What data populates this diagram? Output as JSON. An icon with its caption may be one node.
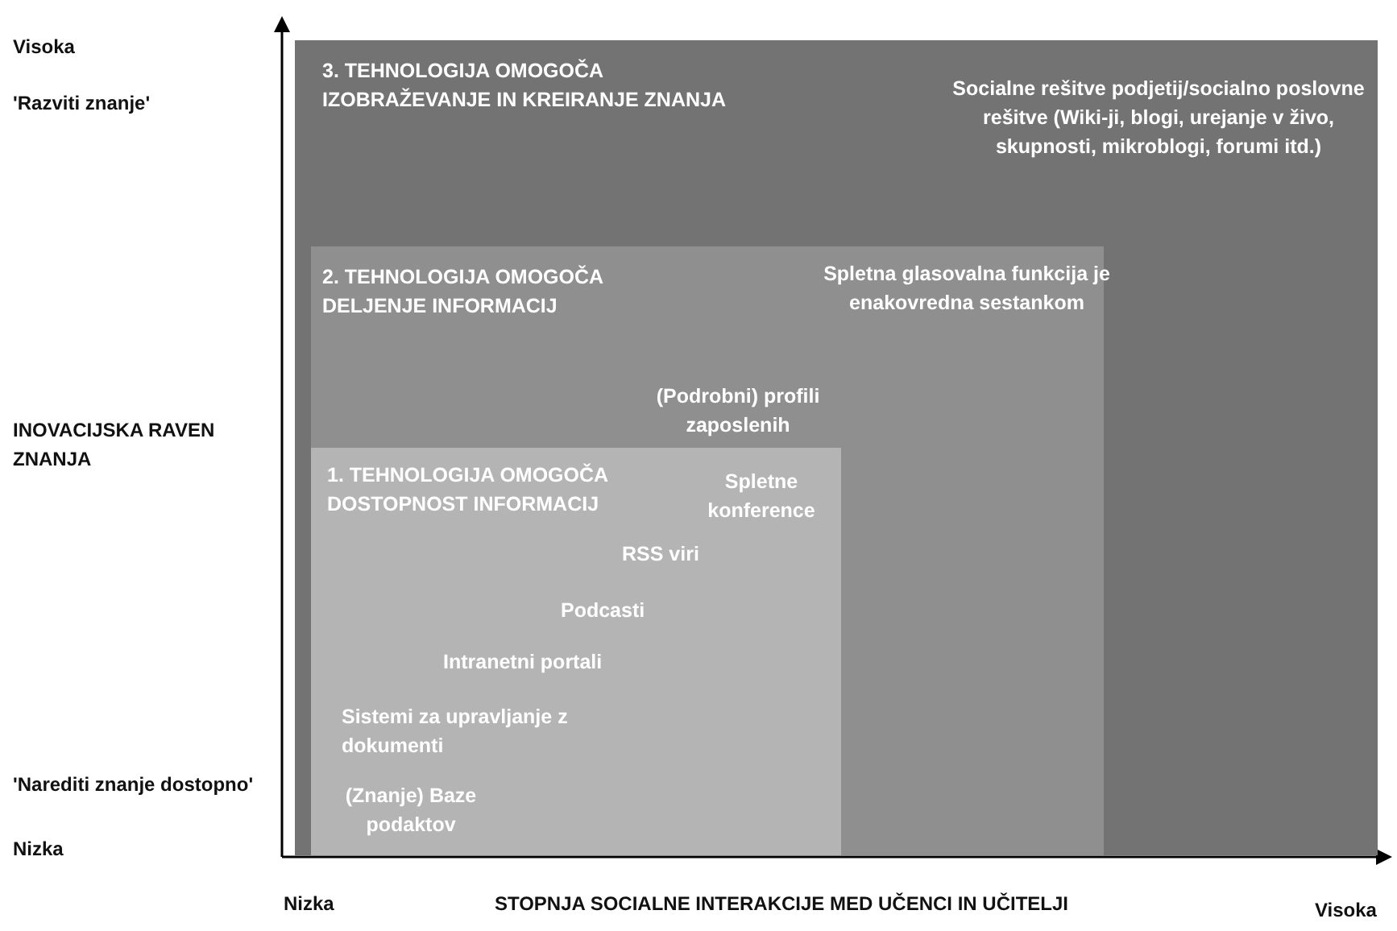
{
  "diagram": {
    "nodes": [
      {
        "text": [
          "3. TEHNOLOGIJA OMOGOČA IZOBRAŽEVANJE IN KREIRANJE ZNANJA",
          "Socialne rešitve podjetij/socialno poslovne rešitve (Wiki-ji, blogi, urejanje v živo, skupnosti, mikroblogi, forumi itd.)"
        ]
      },
      {
        "text": [
          "2. TEHNOLOGIJA OMOGOČA DELJENJE INFORMACIJ",
          "Spletna glasovalna funkcija je enakovredna sestankom",
          "(Podrobni) profili zaposlenih"
        ],
        "in": 0
      },
      {
        "text": [
          "1. TEHNOLOGIJA OMOGOČA DOSTOPNOST INFORMACIJ",
          "Spletne konference",
          "RSS viri",
          "Podcasti",
          "Intranetni portali",
          "Sistemi za upravljanje z dokumenti",
          "(Znanje) Baze podaktov"
        ],
        "in": 1
      }
    ],
    "labels": [
      "Visoka",
      "'Razviti znanje'",
      "INOVACIJSKA RAVEN ZNANJA",
      "'Narediti znanje dostopno'",
      "Nizka",
      "Nizka",
      "STOPNJA SOCIALNE INTERAKCIJE MED UČENCI IN UČITELJI",
      "Visoka"
    ]
  }
}
